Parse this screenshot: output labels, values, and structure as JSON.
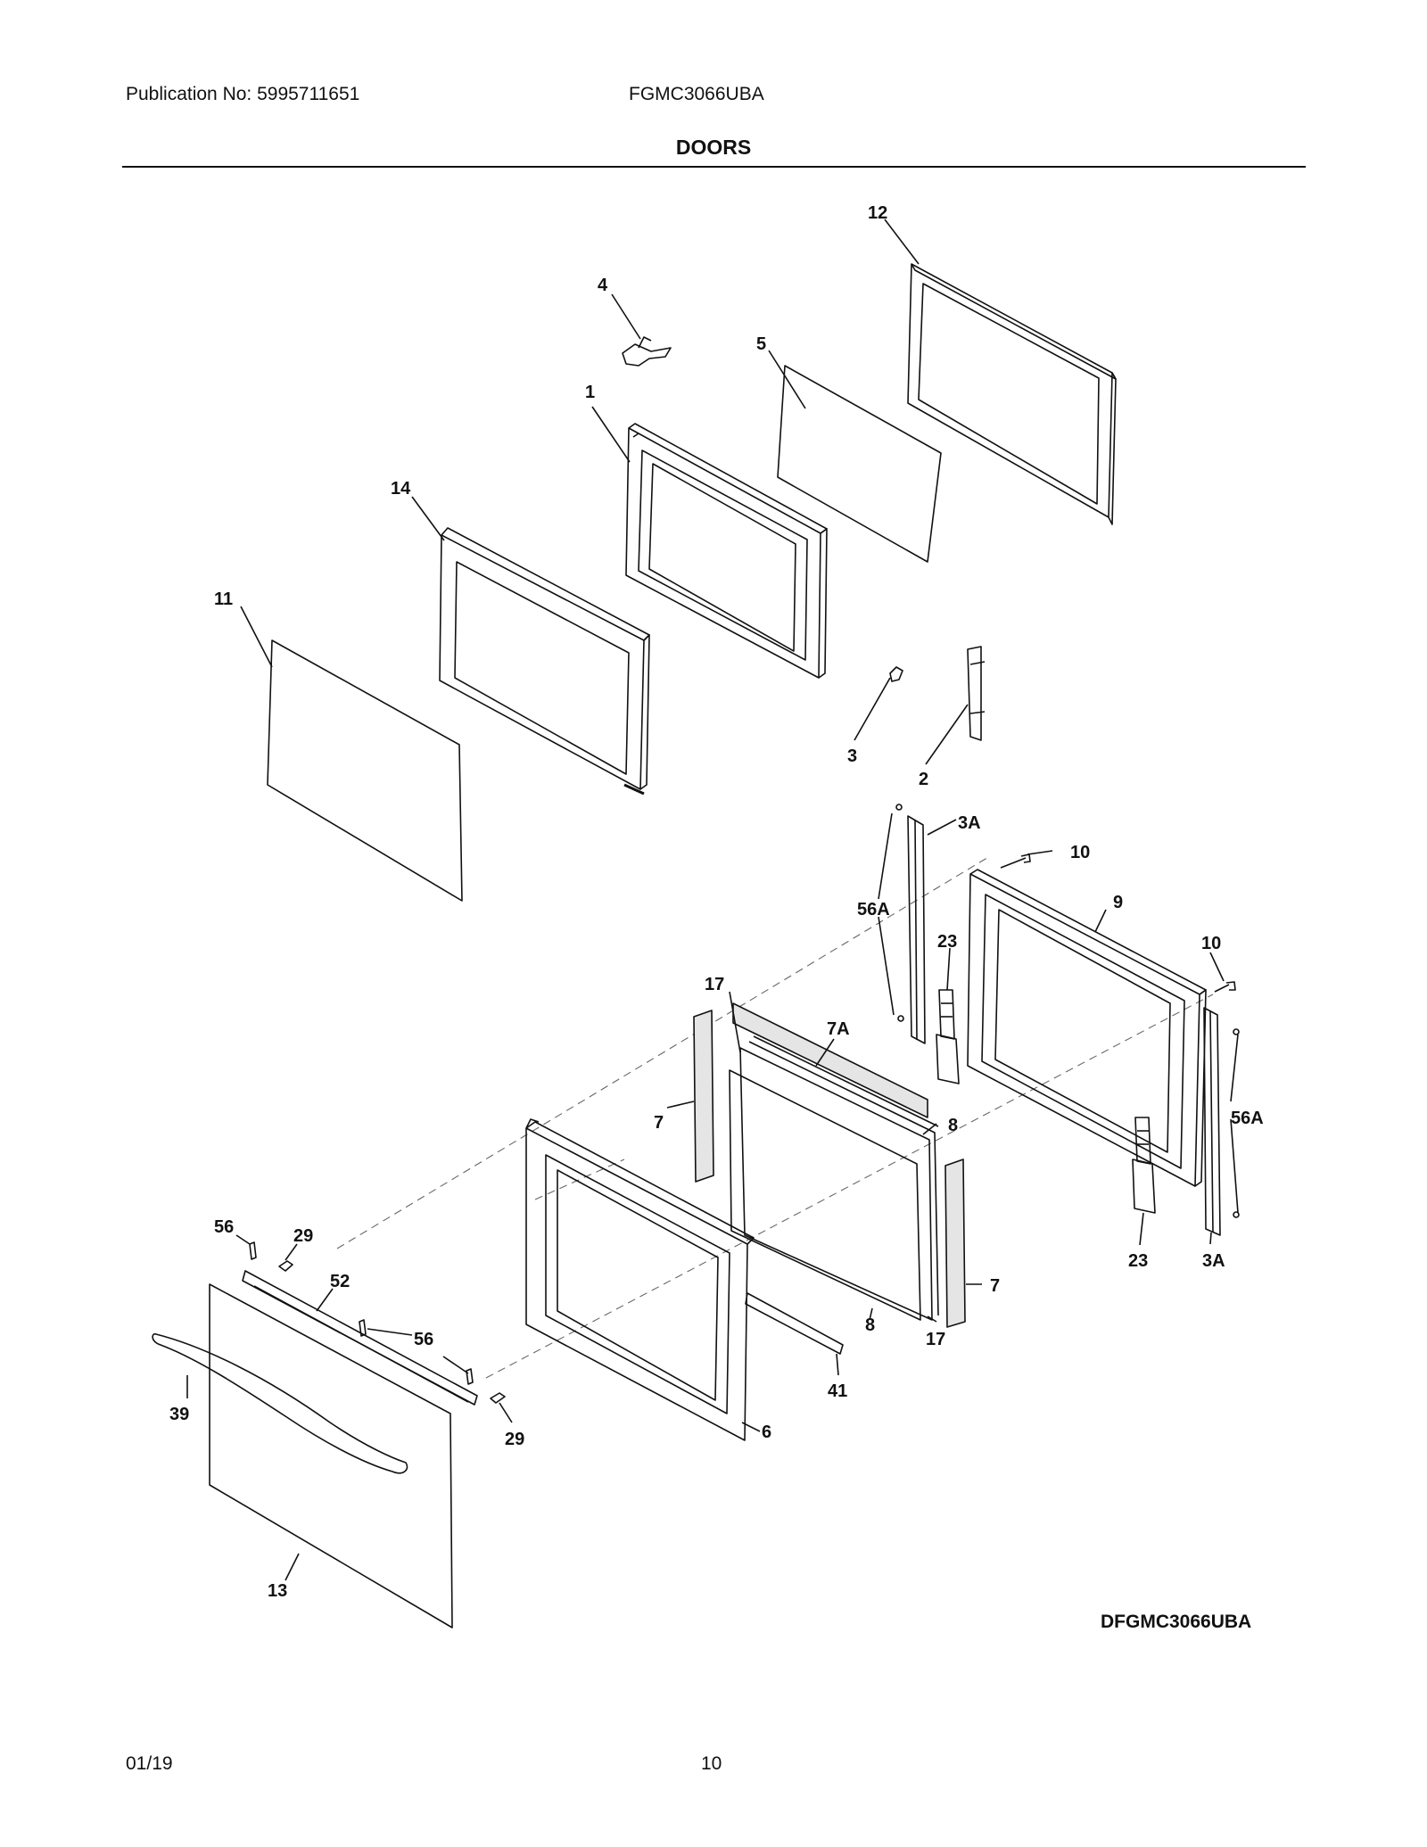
{
  "header": {
    "publication": "Publication No: 5995711651",
    "model": "FGMC3066UBA",
    "title": "DOORS"
  },
  "diagram": {
    "callouts": [
      {
        "id": "c12",
        "text": "12"
      },
      {
        "id": "c4",
        "text": "4"
      },
      {
        "id": "c5",
        "text": "5"
      },
      {
        "id": "c1",
        "text": "1"
      },
      {
        "id": "c14",
        "text": "14"
      },
      {
        "id": "c11",
        "text": "11"
      },
      {
        "id": "c3",
        "text": "3"
      },
      {
        "id": "c2",
        "text": "2"
      },
      {
        "id": "c3A_top",
        "text": "3A"
      },
      {
        "id": "c10_top",
        "text": "10"
      },
      {
        "id": "c9",
        "text": "9"
      },
      {
        "id": "c56A_left",
        "text": "56A"
      },
      {
        "id": "c23_top",
        "text": "23"
      },
      {
        "id": "c10_right",
        "text": "10"
      },
      {
        "id": "c17_top",
        "text": "17"
      },
      {
        "id": "c7A",
        "text": "7A"
      },
      {
        "id": "c7_left",
        "text": "7"
      },
      {
        "id": "c8_top",
        "text": "8"
      },
      {
        "id": "c56A_right",
        "text": "56A"
      },
      {
        "id": "c56_left",
        "text": "56"
      },
      {
        "id": "c29_top",
        "text": "29"
      },
      {
        "id": "c52",
        "text": "52"
      },
      {
        "id": "c56_mid",
        "text": "56"
      },
      {
        "id": "c23_bottom",
        "text": "23"
      },
      {
        "id": "c3A_bottom",
        "text": "3A"
      },
      {
        "id": "c7_right",
        "text": "7"
      },
      {
        "id": "c8_bottom",
        "text": "8"
      },
      {
        "id": "c17_bottom",
        "text": "17"
      },
      {
        "id": "c41",
        "text": "41"
      },
      {
        "id": "c39",
        "text": "39"
      },
      {
        "id": "c6",
        "text": "6"
      },
      {
        "id": "c29_bottom",
        "text": "29"
      },
      {
        "id": "c13",
        "text": "13"
      }
    ],
    "code": "DFGMC3066UBA"
  },
  "footer": {
    "date": "01/19",
    "page": "10"
  }
}
